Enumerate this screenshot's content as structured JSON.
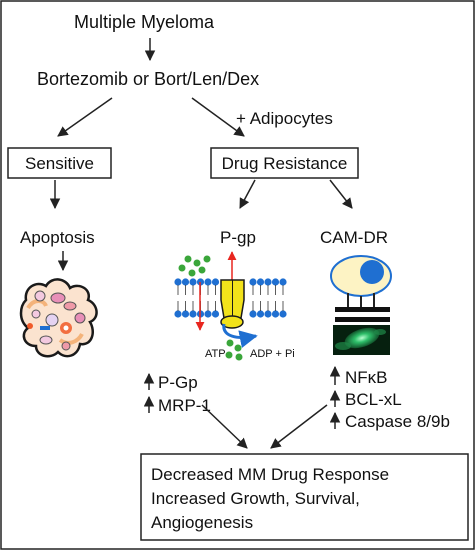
{
  "title": "Multiple Myeloma",
  "treatment": "Bortezomib or Bort/Len/Dex",
  "adipocytes_label": "+ Adipocytes",
  "sensitive_label": "Sensitive",
  "resistance_label": "Drug Resistance",
  "apoptosis_label": "Apoptosis",
  "pgp_label": "P-gp",
  "camdr_label": "CAM-DR",
  "atp_label": "ATP",
  "adp_label": "ADP + Pi",
  "pgp_markers": [
    "P-Gp",
    "MRP-1"
  ],
  "camdr_markers": [
    "NFκB",
    "BCL-xL",
    "Caspase 8/9b"
  ],
  "outcome": [
    "Decreased MM Drug Response",
    "Increased Growth, Survival,",
    "Angiogenesis"
  ],
  "colors": {
    "membrane_head": "#1f6fd1",
    "transporter": "#f2e21a",
    "drug": "#3aa63a",
    "cell_nucleus": "#1f6fd1",
    "cell_body": "#fdf3c4",
    "efflux_arrow": "#e8261f"
  }
}
